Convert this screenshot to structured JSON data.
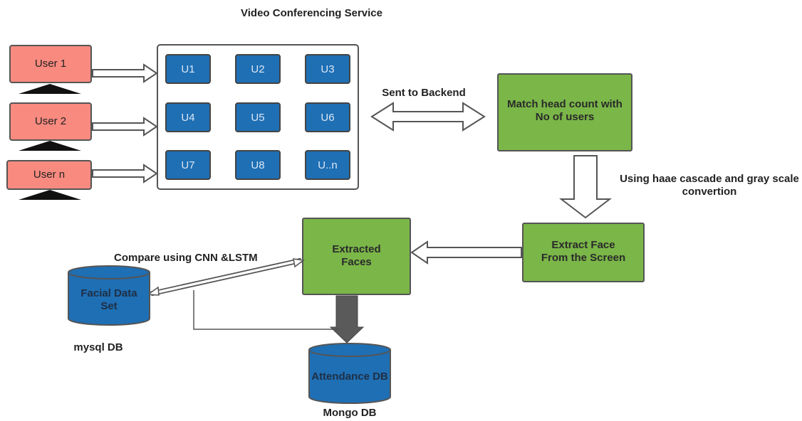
{
  "service_title": "Video Conferencing Service",
  "users": [
    "User 1",
    "User 2",
    "User n"
  ],
  "grid_tiles": [
    "U1",
    "U2",
    "U3",
    "U4",
    "U5",
    "U6",
    "U7",
    "U8",
    "U..n"
  ],
  "sent_label": "Sent to Backend",
  "match_box": "Match head count with No of users",
  "haar_label": "Using haae cascade and gray scale convertion",
  "extract_box": "Extract Face From the Screen",
  "extracted_box": "Extracted Faces",
  "compare_label": "Compare using CNN &LSTM",
  "facial_db": "Facial Data Set",
  "mysql_label": "mysql DB",
  "attendance_db": "Attendance DB",
  "mongo_label": "Mongo DB",
  "colors": {
    "user_fill": "#f88a7f",
    "tile_fill": "#1f6fb4",
    "green_fill": "#7ab648",
    "db_fill": "#1f6fb4",
    "arrow_dark": "#5a5a5a"
  }
}
